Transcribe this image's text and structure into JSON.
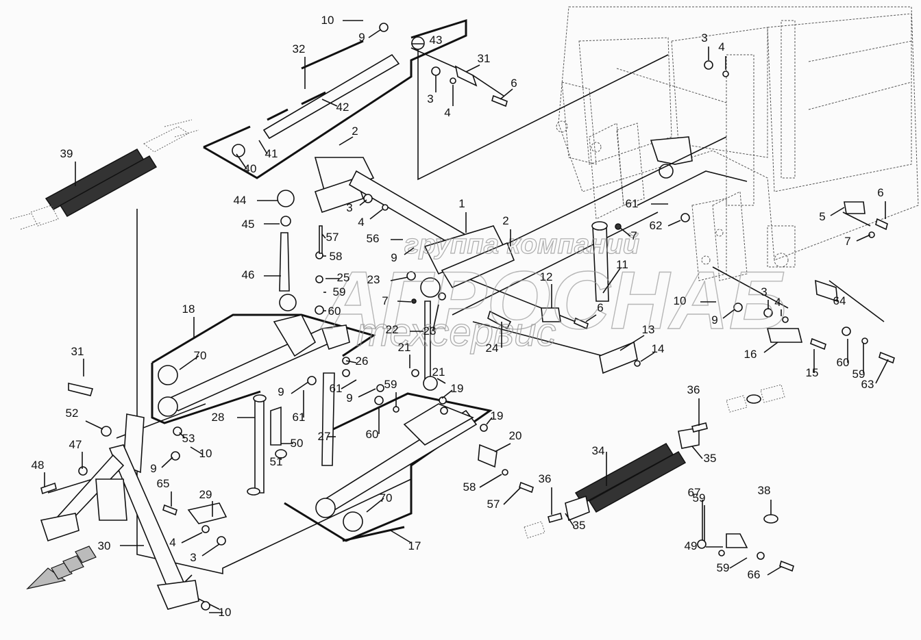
{
  "diagram": {
    "title": "Exploded parts diagram — three-point linkage / drawbar assembly",
    "watermark": {
      "line1": "группа компаний",
      "line2": "АГРОСНАБ",
      "line3": "техсервис"
    },
    "direction_indicator": "travel-direction-arrow",
    "callouts": [
      {
        "id": "c1",
        "label": "1"
      },
      {
        "id": "c2a",
        "label": "2"
      },
      {
        "id": "c2b",
        "label": "2"
      },
      {
        "id": "c3a",
        "label": "3"
      },
      {
        "id": "c3b",
        "label": "3"
      },
      {
        "id": "c3c",
        "label": "3"
      },
      {
        "id": "c3d",
        "label": "3"
      },
      {
        "id": "c3e",
        "label": "3"
      },
      {
        "id": "c4a",
        "label": "4"
      },
      {
        "id": "c4b",
        "label": "4"
      },
      {
        "id": "c4c",
        "label": "4"
      },
      {
        "id": "c4d",
        "label": "4"
      },
      {
        "id": "c4e",
        "label": "4"
      },
      {
        "id": "c5",
        "label": "5"
      },
      {
        "id": "c6a",
        "label": "6"
      },
      {
        "id": "c6b",
        "label": "6"
      },
      {
        "id": "c6c",
        "label": "6"
      },
      {
        "id": "c7a",
        "label": "7"
      },
      {
        "id": "c7b",
        "label": "7"
      },
      {
        "id": "c7c",
        "label": "7"
      },
      {
        "id": "c9a",
        "label": "9"
      },
      {
        "id": "c9b",
        "label": "9"
      },
      {
        "id": "c9c",
        "label": "9"
      },
      {
        "id": "c9d",
        "label": "9"
      },
      {
        "id": "c9e",
        "label": "9"
      },
      {
        "id": "c9f",
        "label": "9"
      },
      {
        "id": "c10a",
        "label": "10"
      },
      {
        "id": "c10b",
        "label": "10"
      },
      {
        "id": "c10c",
        "label": "10"
      },
      {
        "id": "c10d",
        "label": "10"
      },
      {
        "id": "c11",
        "label": "11"
      },
      {
        "id": "c12",
        "label": "12"
      },
      {
        "id": "c13",
        "label": "13"
      },
      {
        "id": "c14",
        "label": "14"
      },
      {
        "id": "c15",
        "label": "15"
      },
      {
        "id": "c16",
        "label": "16"
      },
      {
        "id": "c17",
        "label": "17"
      },
      {
        "id": "c18",
        "label": "18"
      },
      {
        "id": "c19a",
        "label": "19"
      },
      {
        "id": "c19b",
        "label": "19"
      },
      {
        "id": "c20",
        "label": "20"
      },
      {
        "id": "c21a",
        "label": "21"
      },
      {
        "id": "c21b",
        "label": "21"
      },
      {
        "id": "c22",
        "label": "22"
      },
      {
        "id": "c23a",
        "label": "23"
      },
      {
        "id": "c23b",
        "label": "23"
      },
      {
        "id": "c24",
        "label": "24"
      },
      {
        "id": "c25",
        "label": "25"
      },
      {
        "id": "c26",
        "label": "26"
      },
      {
        "id": "c27",
        "label": "27"
      },
      {
        "id": "c28",
        "label": "28"
      },
      {
        "id": "c29",
        "label": "29"
      },
      {
        "id": "c30",
        "label": "30"
      },
      {
        "id": "c31a",
        "label": "31"
      },
      {
        "id": "c31b",
        "label": "31"
      },
      {
        "id": "c32",
        "label": "32"
      },
      {
        "id": "c34",
        "label": "34"
      },
      {
        "id": "c35a",
        "label": "35"
      },
      {
        "id": "c35b",
        "label": "35"
      },
      {
        "id": "c36a",
        "label": "36"
      },
      {
        "id": "c36b",
        "label": "36"
      },
      {
        "id": "c38",
        "label": "38"
      },
      {
        "id": "c39",
        "label": "39"
      },
      {
        "id": "c40",
        "label": "40"
      },
      {
        "id": "c41",
        "label": "41"
      },
      {
        "id": "c42",
        "label": "42"
      },
      {
        "id": "c43",
        "label": "43"
      },
      {
        "id": "c44",
        "label": "44"
      },
      {
        "id": "c45",
        "label": "45"
      },
      {
        "id": "c46",
        "label": "46"
      },
      {
        "id": "c47",
        "label": "47"
      },
      {
        "id": "c48",
        "label": "48"
      },
      {
        "id": "c49",
        "label": "49"
      },
      {
        "id": "c50",
        "label": "50"
      },
      {
        "id": "c51",
        "label": "51"
      },
      {
        "id": "c52",
        "label": "52"
      },
      {
        "id": "c53",
        "label": "53"
      },
      {
        "id": "c56",
        "label": "56"
      },
      {
        "id": "c57a",
        "label": "57"
      },
      {
        "id": "c57b",
        "label": "57"
      },
      {
        "id": "c58a",
        "label": "58"
      },
      {
        "id": "c58b",
        "label": "58"
      },
      {
        "id": "c59a",
        "label": "59"
      },
      {
        "id": "c59b",
        "label": "59"
      },
      {
        "id": "c59c",
        "label": "59"
      },
      {
        "id": "c59d",
        "label": "59"
      },
      {
        "id": "c59e",
        "label": "59"
      },
      {
        "id": "c60a",
        "label": "60"
      },
      {
        "id": "c60b",
        "label": "60"
      },
      {
        "id": "c60c",
        "label": "60"
      },
      {
        "id": "c61a",
        "label": "61"
      },
      {
        "id": "c61b",
        "label": "61"
      },
      {
        "id": "c61c",
        "label": "61"
      },
      {
        "id": "c62",
        "label": "62"
      },
      {
        "id": "c63",
        "label": "63"
      },
      {
        "id": "c64",
        "label": "64"
      },
      {
        "id": "c65",
        "label": "65"
      },
      {
        "id": "c66",
        "label": "66"
      },
      {
        "id": "c67",
        "label": "67"
      },
      {
        "id": "c70a",
        "label": "70"
      },
      {
        "id": "c70b",
        "label": "70"
      }
    ]
  }
}
